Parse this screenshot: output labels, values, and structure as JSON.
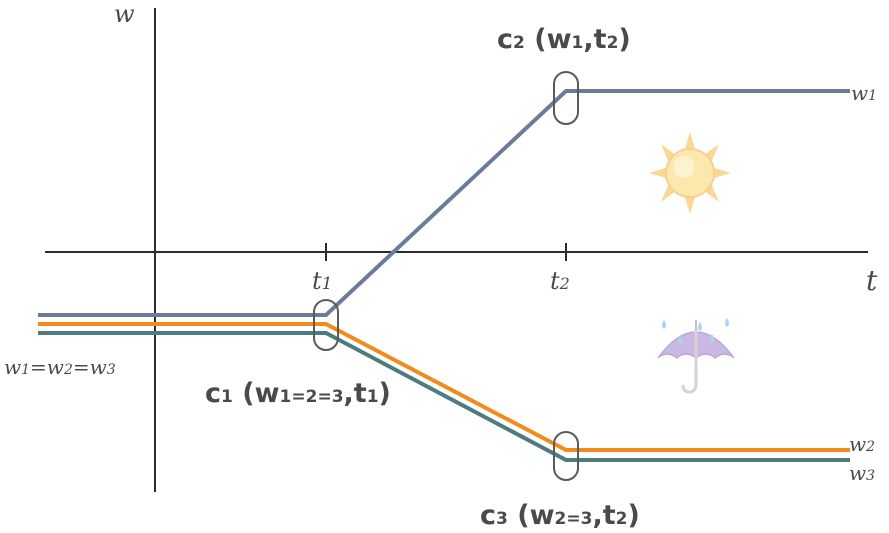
{
  "axes": {
    "y_label": "w",
    "x_label": "t",
    "ticks": [
      "t",
      "t"
    ],
    "tick_subs": [
      "1",
      "2"
    ]
  },
  "series": {
    "w1": {
      "label": "w",
      "sub": "1",
      "color": "#6b7b9a"
    },
    "w2": {
      "label": "w",
      "sub": "2",
      "color": "#f28a1c"
    },
    "w3": {
      "label": "w",
      "sub": "3",
      "color": "#4d7c80"
    },
    "combined": {
      "parts": [
        "w",
        "1",
        "=w",
        "2",
        "=w",
        "3"
      ]
    }
  },
  "change_points": {
    "c1": {
      "parts": [
        "c",
        "1",
        " (w",
        "1=2=3",
        ",t",
        "1",
        ")"
      ]
    },
    "c2": {
      "parts": [
        "c",
        "2",
        " (w",
        "1",
        ",t",
        "2",
        ")"
      ]
    },
    "c3": {
      "parts": [
        "c",
        "3",
        " (w",
        "2=3",
        ",t",
        "2",
        ")"
      ]
    }
  },
  "icons": {
    "sun": "sun-icon",
    "umbrella": "umbrella-rain-icon"
  }
}
